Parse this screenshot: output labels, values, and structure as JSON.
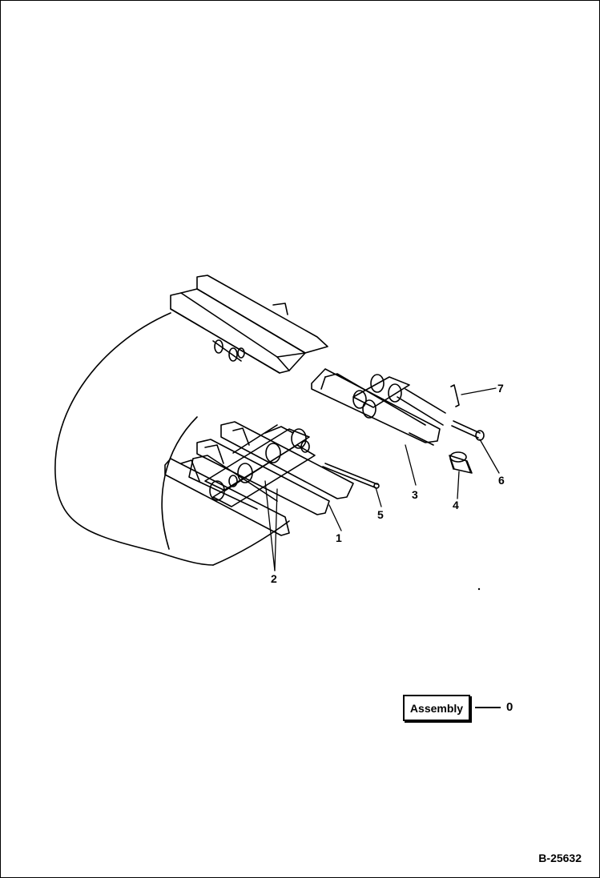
{
  "figure": {
    "code": "B-25632",
    "callouts": [
      {
        "id": "1",
        "label": "1"
      },
      {
        "id": "2",
        "label": "2"
      },
      {
        "id": "3",
        "label": "3"
      },
      {
        "id": "4",
        "label": "4"
      },
      {
        "id": "5",
        "label": "5"
      },
      {
        "id": "6",
        "label": "6"
      },
      {
        "id": "7",
        "label": "7"
      }
    ],
    "assembly": {
      "label": "Assembly",
      "number": "0"
    }
  }
}
